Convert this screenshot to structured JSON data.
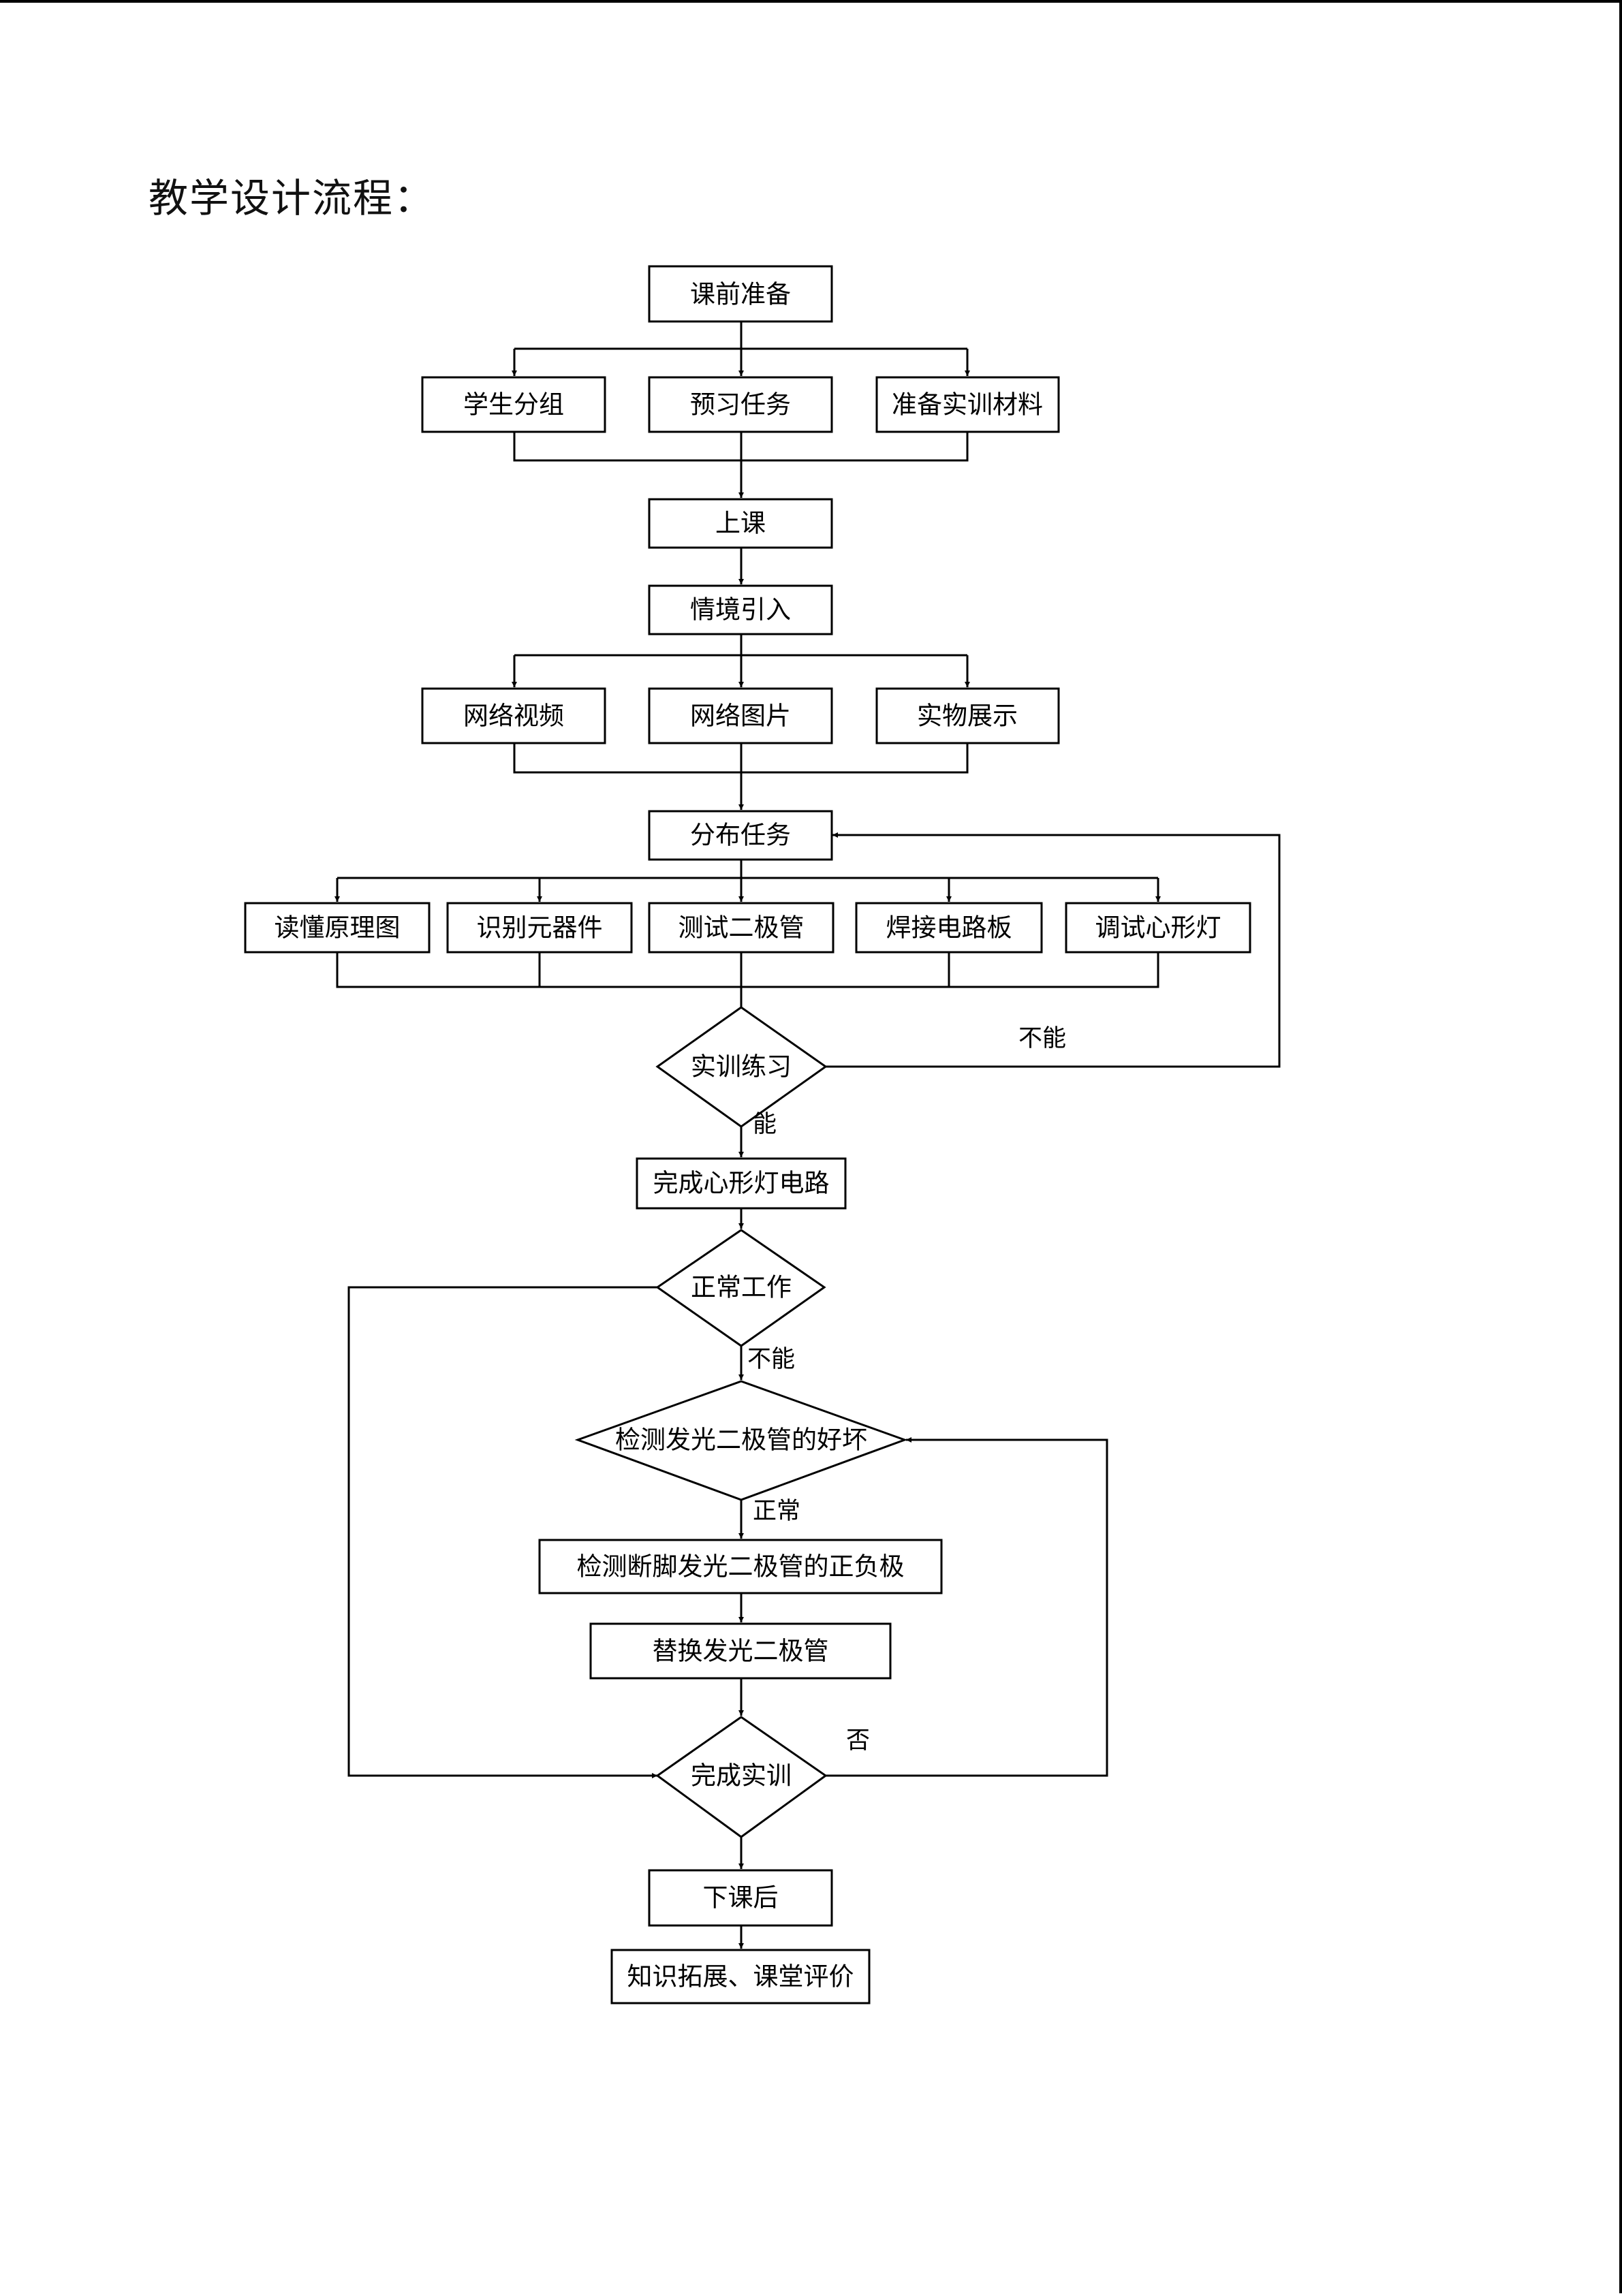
{
  "document": {
    "title": "教学设计流程："
  },
  "flowchart": {
    "nodes": {
      "pre_class": "课前准备",
      "student_groups": "学生分组",
      "preview_task": "预习任务",
      "prepare_materials": "准备实训材料",
      "in_class": "上课",
      "scenario_intro": "情境引入",
      "online_video": "网络视频",
      "online_images": "网络图片",
      "physical_display": "实物展示",
      "assign_tasks": "分布任务",
      "read_schematic": "读懂原理图",
      "identify_components": "识别元器件",
      "test_diode": "测试二极管",
      "solder_board": "焊接电路板",
      "debug_heart_light": "调试心形灯",
      "practice": "实训练习",
      "finish_circuit": "完成心形灯电路",
      "works_normally": "正常工作",
      "check_led": "检测发光二极管的好坏",
      "check_polarity": "检测断脚发光二极管的正负极",
      "replace_led": "替换发光二极管",
      "complete_training": "完成实训",
      "after_class": "下课后",
      "extension": "知识拓展、课堂评价"
    },
    "edge_labels": {
      "practice_no": "不能",
      "practice_yes": "能",
      "works_no": "不能",
      "check_normal": "正常",
      "complete_no": "否"
    }
  }
}
